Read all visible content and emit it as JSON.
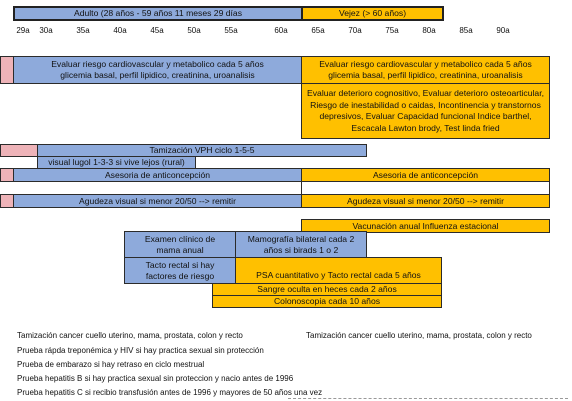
{
  "header": {
    "adult": "Adulto (28 años  - 59 años 11 meses 29 días",
    "elder": "Vejez (> 60 años)"
  },
  "ages": [
    "29a",
    "30a",
    "35a",
    "40a",
    "45a",
    "50a",
    "55a",
    "60a",
    "65a",
    "70a",
    "75a",
    "80a",
    "85a",
    "90a"
  ],
  "rows": {
    "cardio_adult": "Evaluar riesgo cardiovascular y metabolico cada 5 años glicemia basal, perfil lipidico, creatinina, uroanalisis",
    "cardio_elder": "Evaluar riesgo cardiovascular y metabolico cada 5 años glicemia basal, perfil lipidico, creatinina, uroanalisis",
    "geriatric": "Evaluar deterioro cognositivo, Evaluar deterioro osteoarticular, Riesgo de inestabilidad o caidas, Incontinencia y transtornos depresivos, Evaluar Capacidad funcional Indice barthel, Escacala Lawton brody, Test linda fried",
    "vph": "Tamización VPH ciclo 1-5-5",
    "lugol": "visual lugol 1-3-3 si vive lejos (rural)",
    "anticon_adult": "Asesoria de anticoncepción",
    "anticon_elder": "Asesoria de anticoncepción",
    "visual_adult": "Agudeza visual si menor 20/50 --> remitir",
    "visual_elder": "Agudeza visual si menor 20/50 --> remitir",
    "flu": "Vacunación anual Influenza estacional",
    "breast_exam": "Examen clínico de mama anual",
    "mammo": "Mamografía bilateral cada 2 años si birads 1 o 2",
    "rectal": "Tacto rectal si hay factores de riesgo",
    "psa": "PSA cuantitativo y Tacto rectal cada 5 años",
    "fecal": "Sangre oculta en heces cada 2 años",
    "colonoscopy": "Colonoscopia cada 10 años"
  },
  "notes": {
    "left": [
      "Tamización cancer cuello uterino, mama, prostata, colon y recto",
      "Prueba rápda treponémica y HIV si hay practica sexual sin protección",
      "Prueba de embarazo si hay retraso en ciclo mestrual",
      "Prueba hepatitis B si hay practica sexual sin proteccion y nacio antes de 1996",
      "Prueba hepatitis C si recibio transfusión antes de 1996 y mayores de 50 años una vez"
    ],
    "right": "Tamización cancer cuello uterino, mama, prostata, colon y recto"
  }
}
